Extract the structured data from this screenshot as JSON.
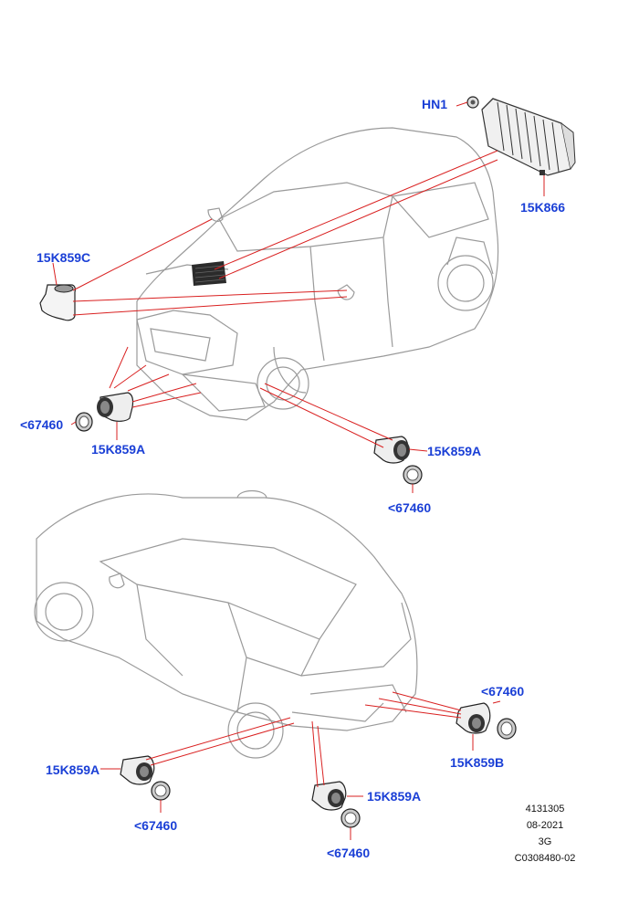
{
  "colors": {
    "callout": "#1a3fd6",
    "leader": "#d92020",
    "car_outline": "#9a9a9a",
    "part": "#222222",
    "module": "#333333"
  },
  "callouts": {
    "hn1": "HN1",
    "module": "15K866",
    "sensor_c": "15K859C",
    "front_left_grommet": "<67460",
    "front_left_sensor": "15K859A",
    "front_right_sensor": "15K859A",
    "front_right_grommet": "<67460",
    "rear_right_grommet": "<67460",
    "rear_right_sensor": "15K859B",
    "rear_left_sensor": "15K859A",
    "rear_left_grommet": "<67460",
    "rear_center_sensor": "15K859A",
    "rear_center_grommet": "<67460"
  },
  "info_block": {
    "line1": "4131305",
    "line2": "08-2021",
    "line3": "3G",
    "line4": "C0308480-02"
  }
}
